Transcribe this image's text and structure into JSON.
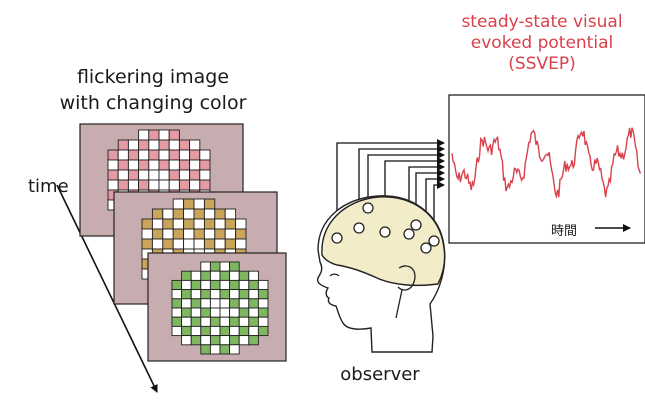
{
  "labels": {
    "flickering_line1": "flickering image",
    "flickering_line2": "with changing color",
    "time": "time",
    "observer": "observer",
    "ssvep_line1": "steady-state visual",
    "ssvep_line2": "evoked potential",
    "ssvep_line3": "(SSVEP)",
    "time_jp": "時間"
  },
  "colors": {
    "panel_bg": "#c7acb0",
    "grid_tile_1": "#e59ba4",
    "grid_tile_2": "#c9a45a",
    "grid_tile_3": "#7fb760",
    "ssvep_accent": "#d9414b",
    "cap_fill": "#f3ecc9"
  },
  "icons": {
    "head": "observer-head-icon",
    "signal": "eeg-waveform-icon"
  }
}
